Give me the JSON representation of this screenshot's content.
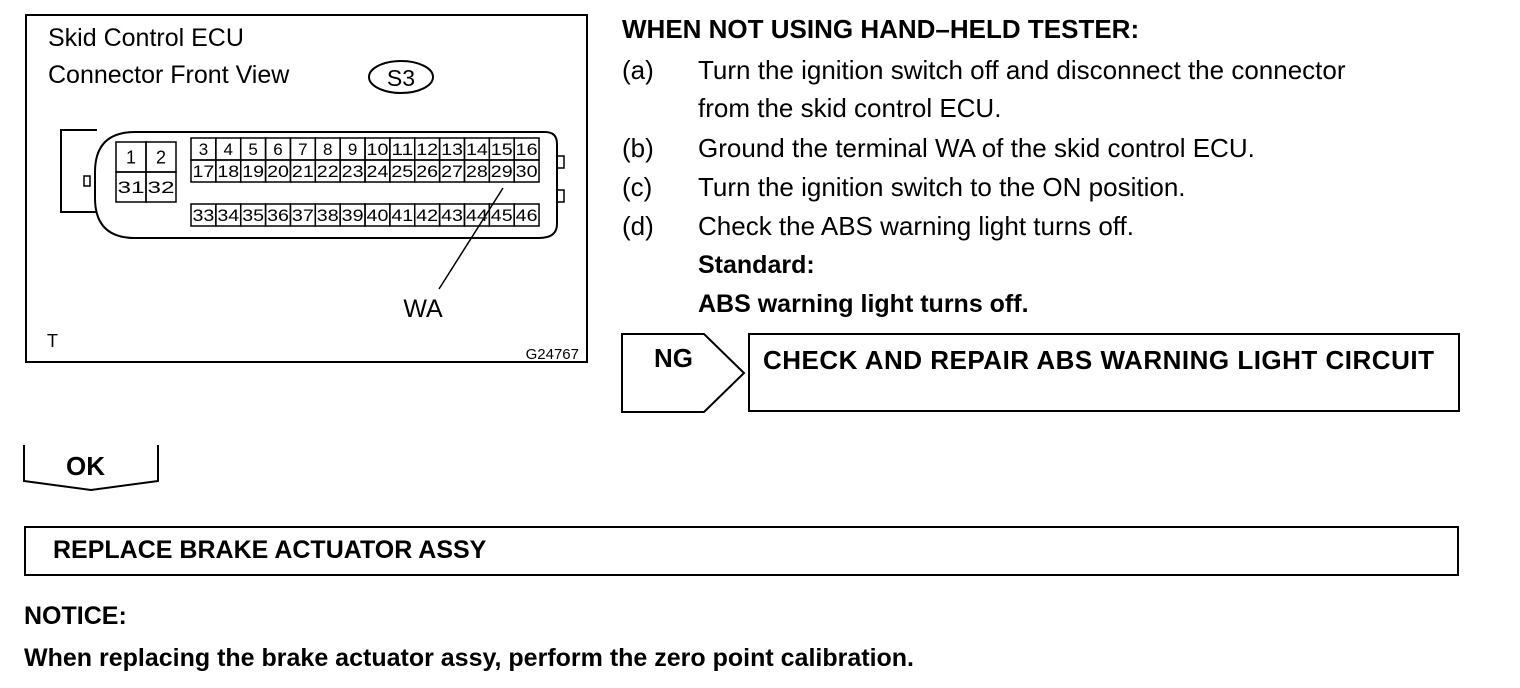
{
  "figure": {
    "title_line1": "Skid Control ECU",
    "title_line2": "Connector Front View",
    "connector_code": "S3",
    "row1_left": [
      "1",
      "2"
    ],
    "row2_left": [
      "31",
      "32"
    ],
    "row1_main": [
      "3",
      "4",
      "5",
      "6",
      "7",
      "8",
      "9",
      "10",
      "11",
      "12",
      "13",
      "14",
      "15",
      "16"
    ],
    "row2_main": [
      "17",
      "18",
      "19",
      "20",
      "21",
      "22",
      "23",
      "24",
      "25",
      "26",
      "27",
      "28",
      "29",
      "30"
    ],
    "row3_main": [
      "33",
      "34",
      "35",
      "36",
      "37",
      "38",
      "39",
      "40",
      "41",
      "42",
      "43",
      "44",
      "45",
      "46"
    ],
    "terminal_label": "WA",
    "corner_mark": "T",
    "figure_code": "G24767"
  },
  "procedure": {
    "heading": "WHEN NOT USING HAND–HELD TESTER:",
    "steps": [
      {
        "letter": "(a)",
        "line1": "Turn the ignition switch off and disconnect the connector",
        "line2": "from the skid control ECU."
      },
      {
        "letter": "(b)",
        "line1": "Ground the terminal WA of the skid control ECU."
      },
      {
        "letter": "(c)",
        "line1": "Turn the ignition switch to the ON position."
      },
      {
        "letter": "(d)",
        "line1": "Check the ABS warning light turns off."
      }
    ],
    "standard_label": "Standard:",
    "standard_value": "ABS warning light turns off."
  },
  "ng": {
    "label": "NG",
    "result": "CHECK AND REPAIR ABS WARNING LIGHT CIRCUIT"
  },
  "ok": {
    "label": "OK"
  },
  "replace": {
    "text": "REPLACE BRAKE ACTUATOR ASSY"
  },
  "notice": {
    "label": "NOTICE:",
    "text": "When replacing the brake actuator assy, perform the zero point calibration."
  }
}
